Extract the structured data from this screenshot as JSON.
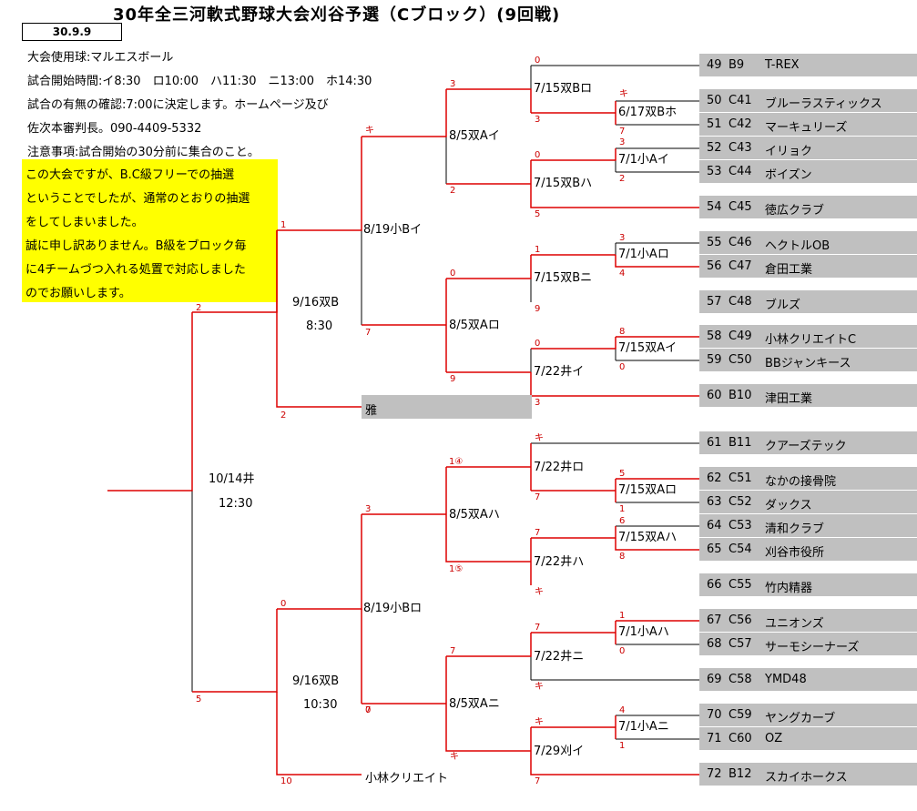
{
  "header": {
    "title": "30年全三河軟式野球大会刈谷予選（Cブロック）(9回戦)",
    "date": "30.9.9"
  },
  "info": [
    "大会使用球:マルエスボール",
    "試合開始時間:イ8:30　ロ10:00　ハ11:30　ニ13:00　ホ14:30",
    "試合の有無の確認:7:00に決定します。ホームページ及び",
    "佐次本審判長。090-4409-5332",
    "注意事項:試合開始の30分前に集合のこと。"
  ],
  "notice": [
    "この大会ですが、B.C級フリーでの抽選",
    "ということでしたが、通常のとおりの抽選",
    "をしてしまいました。",
    "誠に申し訳ありません。B級をブロック毎",
    "に4チームづつ入れる処置で対応しました",
    "のでお願いします。"
  ],
  "teams": [
    {
      "num": "49",
      "code": "B9",
      "name": "T-REX"
    },
    {
      "num": "50",
      "code": "C41",
      "name": "ブルーラスティックス"
    },
    {
      "num": "51",
      "code": "C42",
      "name": "マーキュリーズ"
    },
    {
      "num": "52",
      "code": "C43",
      "name": "イリョク"
    },
    {
      "num": "53",
      "code": "C44",
      "name": "ボイズン"
    },
    {
      "num": "54",
      "code": "C45",
      "name": "徳広クラブ"
    },
    {
      "num": "55",
      "code": "C46",
      "name": "ヘクトルOB"
    },
    {
      "num": "56",
      "code": "C47",
      "name": "倉田工業"
    },
    {
      "num": "57",
      "code": "C48",
      "name": "ブルズ"
    },
    {
      "num": "58",
      "code": "C49",
      "name": "小林クリエイトC"
    },
    {
      "num": "59",
      "code": "C50",
      "name": "BBジャンキース"
    },
    {
      "num": "60",
      "code": "B10",
      "name": "津田工業"
    },
    {
      "num": "61",
      "code": "B11",
      "name": "クアーズテック"
    },
    {
      "num": "62",
      "code": "C51",
      "name": "なかの接骨院"
    },
    {
      "num": "63",
      "code": "C52",
      "name": "ダックス"
    },
    {
      "num": "64",
      "code": "C53",
      "name": "清和クラブ"
    },
    {
      "num": "65",
      "code": "C54",
      "name": "刈谷市役所"
    },
    {
      "num": "66",
      "code": "C55",
      "name": "竹内精器"
    },
    {
      "num": "67",
      "code": "C56",
      "name": "ユニオンズ"
    },
    {
      "num": "68",
      "code": "C57",
      "name": "サーモシーナーズ"
    },
    {
      "num": "69",
      "code": "C58",
      "name": "YMD48"
    },
    {
      "num": "70",
      "code": "C59",
      "name": "ヤングカーブ"
    },
    {
      "num": "71",
      "code": "C60",
      "name": "OZ"
    },
    {
      "num": "72",
      "code": "B12",
      "name": "スカイホークス"
    }
  ],
  "matches": {
    "r1_a": "6/17双Bホ",
    "r1_b": "7/1小Aイ",
    "r1_c": "7/1小Aロ",
    "r1_d": "7/15双Aイ",
    "r1_e": "7/15双Aロ",
    "r1_f": "7/15双Aハ",
    "r1_g": "7/1小Aハ",
    "r1_h": "7/1小Aニ",
    "r2_a": "7/15双Bロ",
    "r2_b": "7/15双Bハ",
    "r2_c": "7/15双Bニ",
    "r2_d": "7/22井イ",
    "r2_e": "7/22井ロ",
    "r2_f": "7/22井ハ",
    "r2_g": "7/22井ニ",
    "r2_h": "7/29刈イ",
    "r3_a": "8/5双Aイ",
    "r3_b": "8/5双Aロ",
    "r3_c": "8/5双Aハ",
    "r3_d": "8/5双Aニ",
    "r4_a": "8/19小Bイ",
    "r4_b": "8/19小Bロ",
    "r5_a_date": "9/16双B",
    "r5_a_time": "8:30",
    "r5_b_date": "9/16双B",
    "r5_b_time": "10:30",
    "final_date": "10/14井",
    "final_time": "12:30"
  },
  "placeholders": {
    "miyabi": "雅",
    "kobayashi": "小林クリエイト"
  },
  "scores": {
    "s_r2a_top": "0",
    "s_r2a_bot": "3",
    "s_r1a_top": "キ",
    "s_r1a_bot": "7",
    "s_r1b_top": "3",
    "s_r1b_bot": "2",
    "s_r2b_top": "0",
    "s_r2b_bot": "5",
    "s_r3a_top": "3",
    "s_r3a_bot": "2",
    "s_r4a_top": "キ",
    "s_r4a_bot": "7",
    "s_r1c_top": "3",
    "s_r1c_bot": "4",
    "s_r2c_top": "1",
    "s_r2c_bot": "9",
    "s_r1d_top": "8",
    "s_r1d_bot": "0",
    "s_r2d_top": "0",
    "s_r2d_bot": "3",
    "s_r3b_top": "0",
    "s_r3b_bot": "9",
    "s_r5a_top": "1",
    "s_r5a_bot": "2",
    "s_fin_top": "2",
    "s_fin_bot": "5",
    "s_r2e_top": "キ",
    "s_r2e_bot": "7",
    "s_r1e_top": "5",
    "s_r1e_bot": "1",
    "s_r1f_top": "6",
    "s_r1f_bot": "8",
    "s_r2f_top": "7",
    "s_r2f_bot": "キ",
    "s_r3c_top": "1④",
    "s_r3c_bot": "1⑤",
    "s_r4b_top": "3",
    "s_r4b_bot": "7",
    "s_r1g_top": "1",
    "s_r1g_bot": "0",
    "s_r2g_top": "7",
    "s_r2g_bot": "キ",
    "s_r1h_top": "4",
    "s_r1h_bot": "1",
    "s_r2h_top": "キ",
    "s_r2h_bot": "7",
    "s_r3d_top": "7",
    "s_r3d_bot": "キ",
    "s_r5b_top": "0",
    "s_r5b_bot": "0",
    "s_r5b_bot2": "10"
  }
}
